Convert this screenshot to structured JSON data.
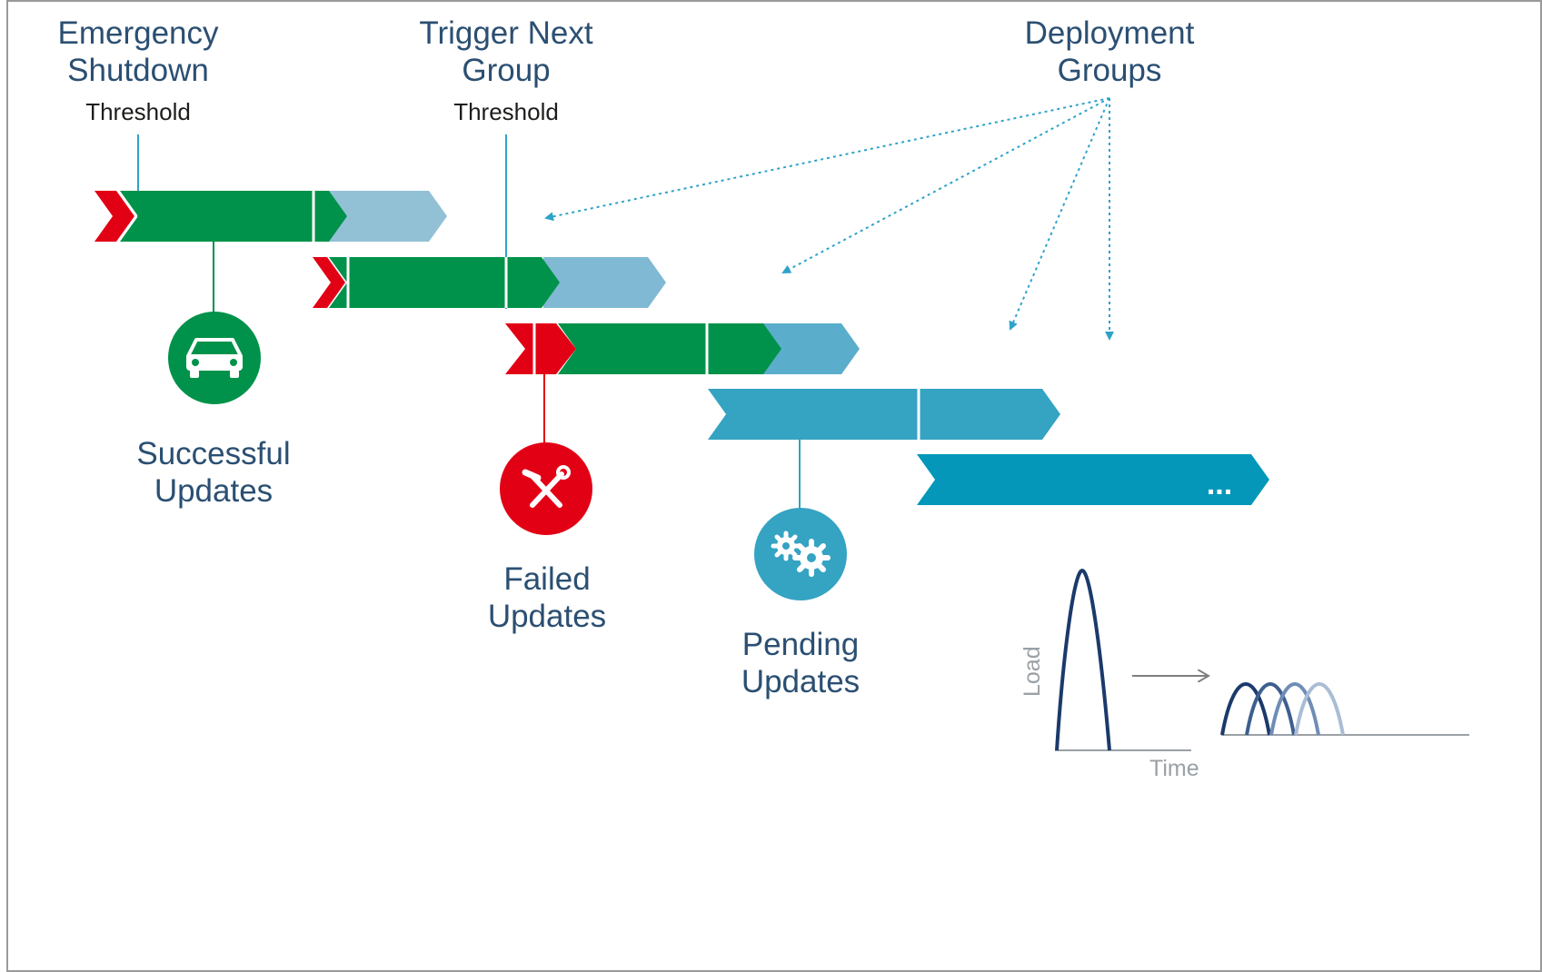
{
  "labels": {
    "emergency_line1": "Emergency",
    "emergency_line2": "Shutdown",
    "emergency_threshold": "Threshold",
    "trigger_line1": "Trigger Next",
    "trigger_line2": "Group",
    "trigger_threshold": "Threshold",
    "deployment_line1": "Deployment",
    "deployment_line2": "Groups",
    "successful_line1": "Successful",
    "successful_line2": "Updates",
    "failed_line1": "Failed",
    "failed_line2": "Updates",
    "pending_line1": "Pending",
    "pending_line2": "Updates",
    "ellipsis": "...",
    "load_axis": "Load",
    "time_axis": "Time"
  },
  "icons": {
    "successful": "car-icon",
    "failed": "hammer-wrench-icon",
    "pending": "gears-icon"
  },
  "colors": {
    "failed_red": "#e20015",
    "success_green": "#00924a",
    "pending_light_blue": "#92c1d6",
    "pending_mid_blue": "#3aa2c4",
    "pending_blue": "#0497ba",
    "label_navy": "#2b4f72",
    "dotted_arrow": "#2ea3c9",
    "curve_dark": "#1b3a6b"
  }
}
